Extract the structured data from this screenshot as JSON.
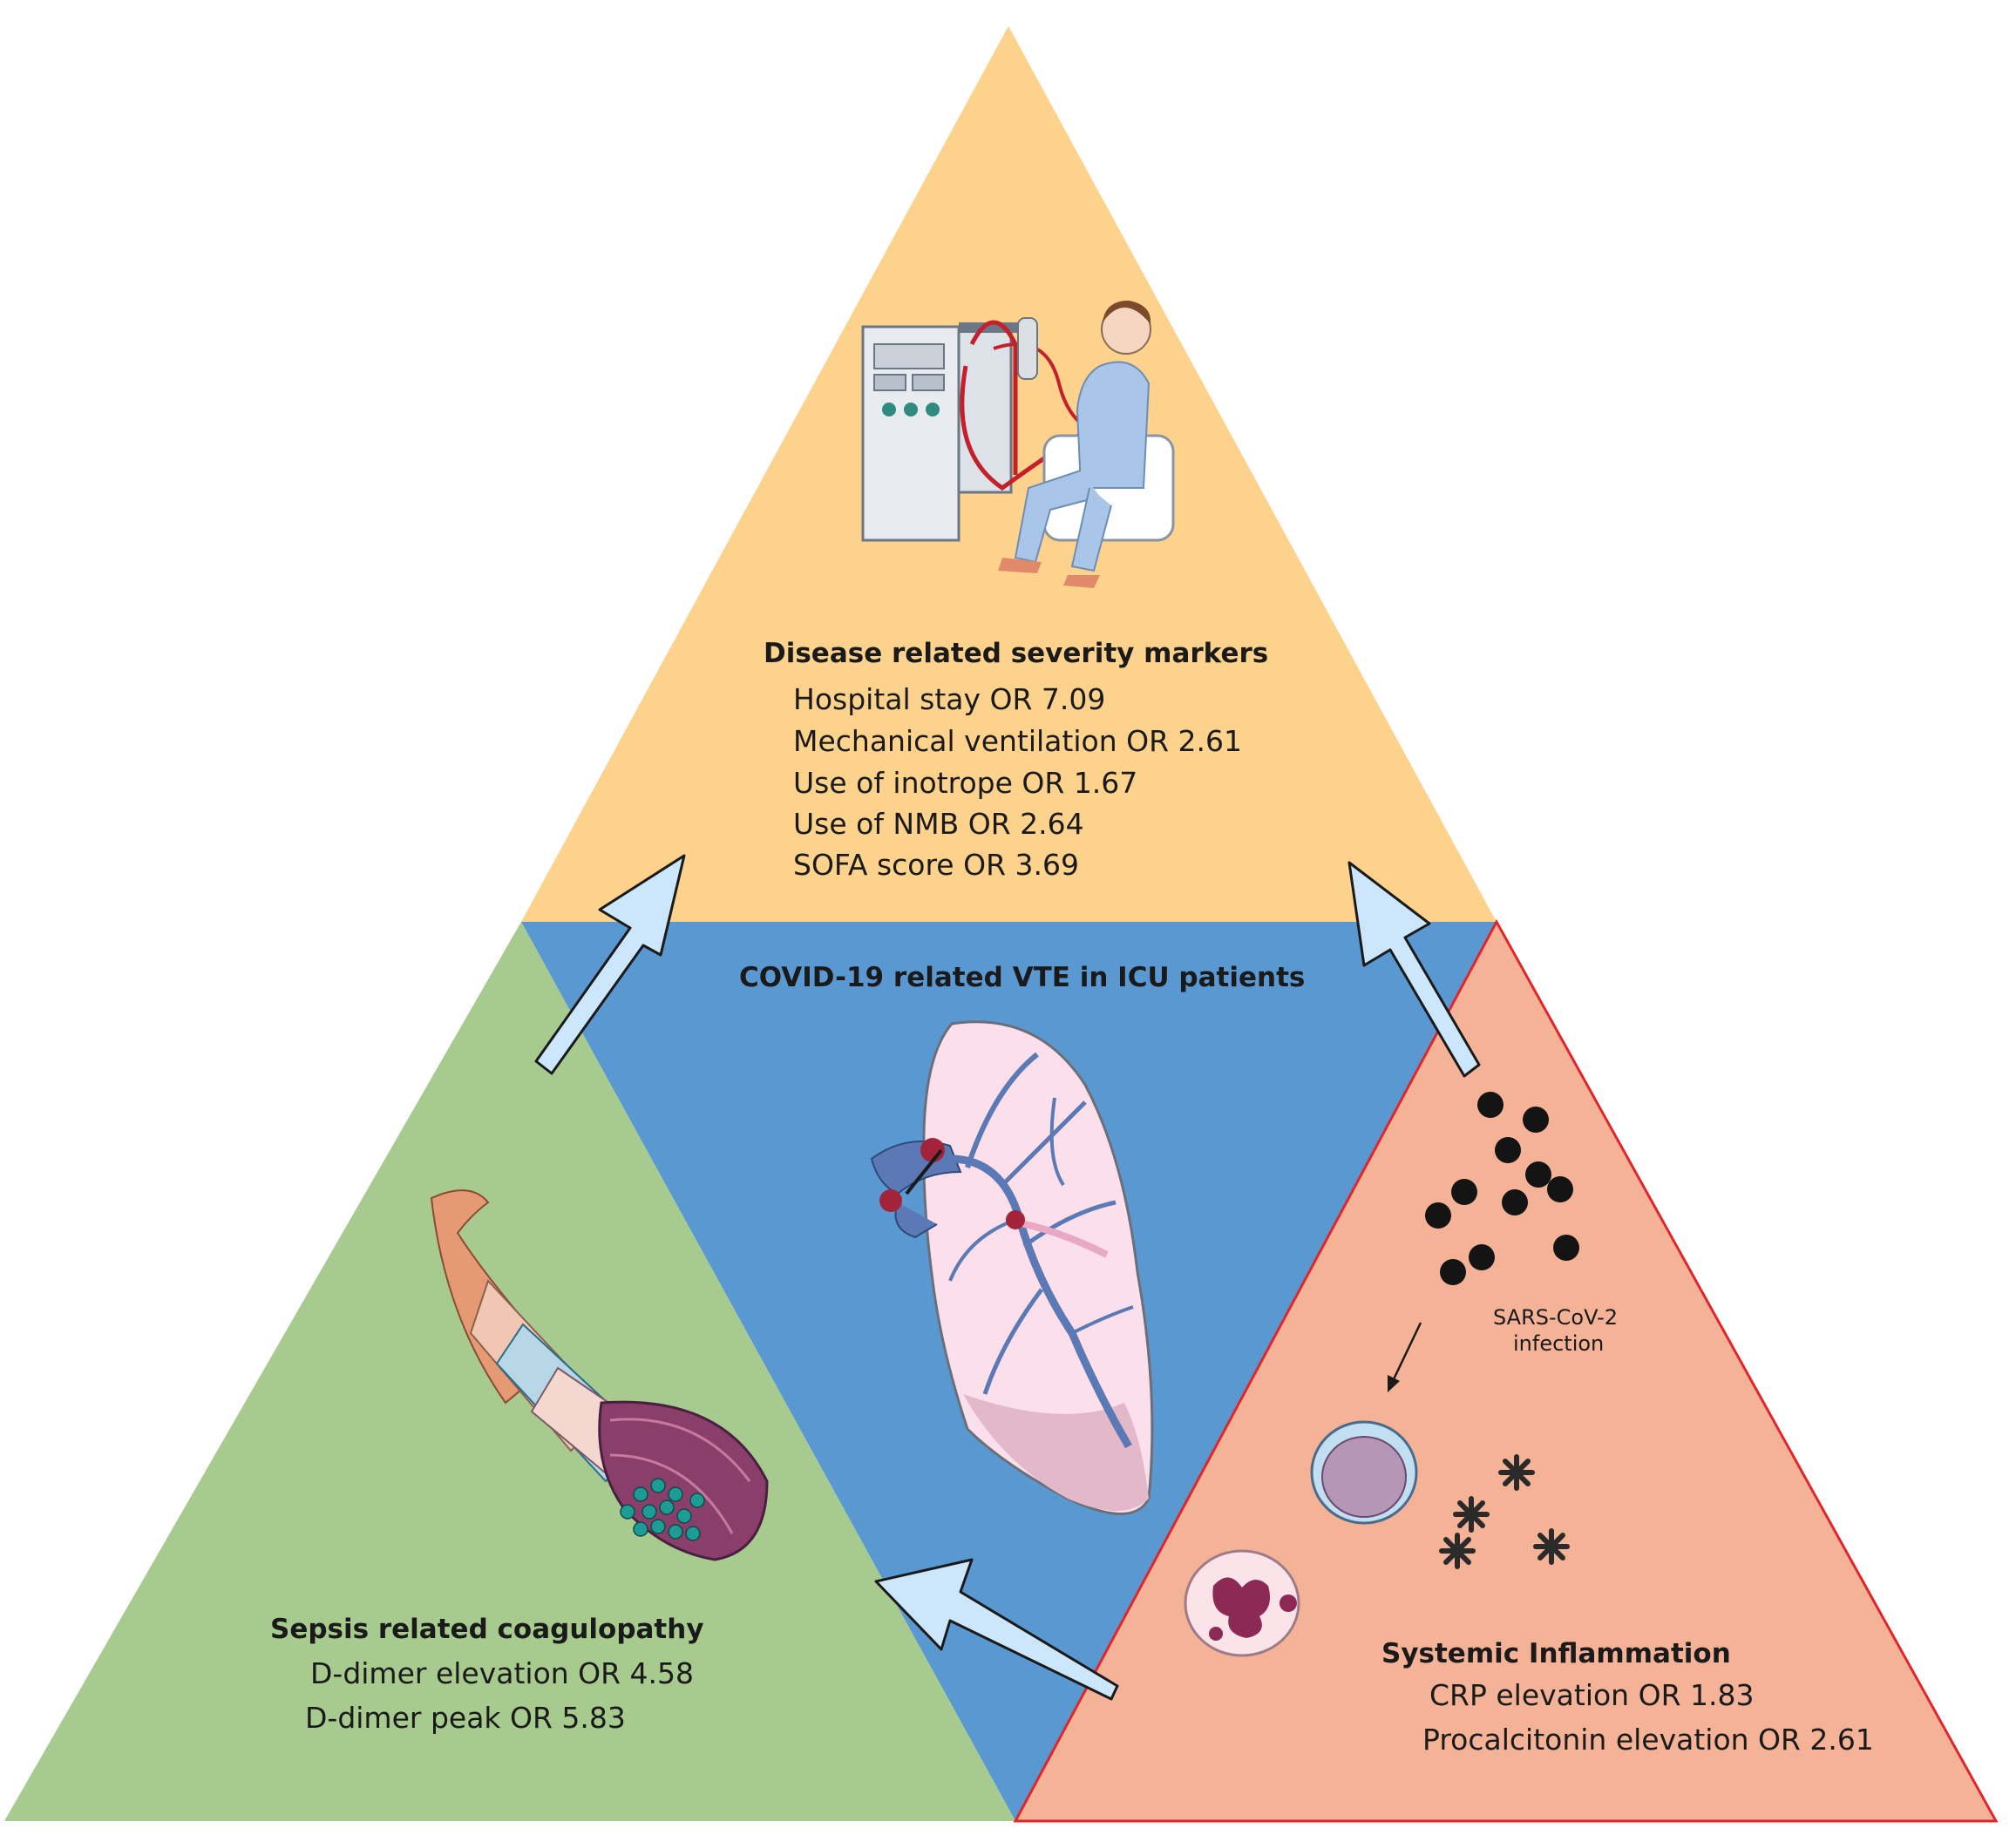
{
  "colors": {
    "top": "#fdd28c",
    "center": "#5a98d2",
    "left": "#a7cb8e",
    "right": "#f4b296",
    "right_border": "#e0262b",
    "arrow_fill": "#cce6fb"
  },
  "top_section": {
    "heading": "Disease related severity markers",
    "items": [
      "Hospital stay OR 7.09",
      "Mechanical ventilation OR 2.61",
      "Use of inotrope OR 1.67",
      "Use of NMB OR 2.64",
      "SOFA score OR 3.69"
    ],
    "icon": "dialysis-patient-icon"
  },
  "center_section": {
    "heading": "COVID-19 related VTE in ICU patients",
    "icon": "lung-embolism-icon"
  },
  "left_section": {
    "heading": "Sepsis related coagulopathy",
    "items": [
      "D-dimer elevation OR 4.58",
      "D-dimer peak OR 5.83"
    ],
    "icon": "blood-vessel-icon"
  },
  "right_section": {
    "virus_label_line1": "SARS-CoV-2",
    "virus_label_line2": "infection",
    "heading": "Systemic Inflammation",
    "items": [
      "CRP elevation  OR 1.83",
      "Procalcitonin elevation OR 2.61"
    ],
    "icons": [
      "virus-particles-icon",
      "immune-cell-icon",
      "neutrophil-icon",
      "cytokine-icon"
    ]
  }
}
